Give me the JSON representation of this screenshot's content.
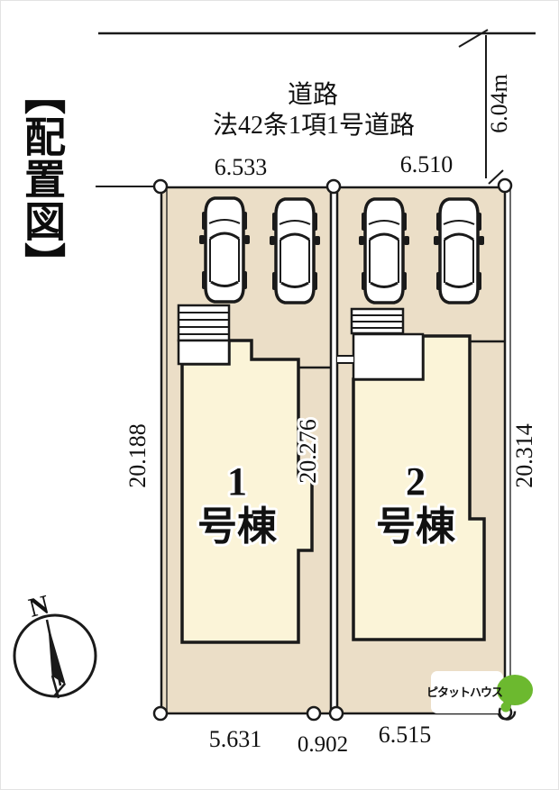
{
  "title": "【配置図】",
  "road": {
    "name": "道路",
    "classification": "法42条1項1号道路",
    "width": "6.04m"
  },
  "dimensions": {
    "lot1_frontage": "6.533",
    "lot2_frontage": "6.510",
    "lot1_side": "20.188",
    "center_side": "20.276",
    "lot2_side": "20.314",
    "lot1_rear": "5.631",
    "rear_offset": "0.902",
    "lot2_rear": "6.515"
  },
  "buildings": {
    "lot1": {
      "number": "1",
      "suffix": "号棟"
    },
    "lot2": {
      "number": "2",
      "suffix": "号棟"
    }
  },
  "compass": {
    "north": "N"
  },
  "logo": {
    "brand": "ピタットハウス",
    "accent_color": "#6cb92f"
  },
  "colors": {
    "ground": "#ebdec7",
    "building_fill": "#fbf4d8",
    "line": "#1a1a1a"
  }
}
